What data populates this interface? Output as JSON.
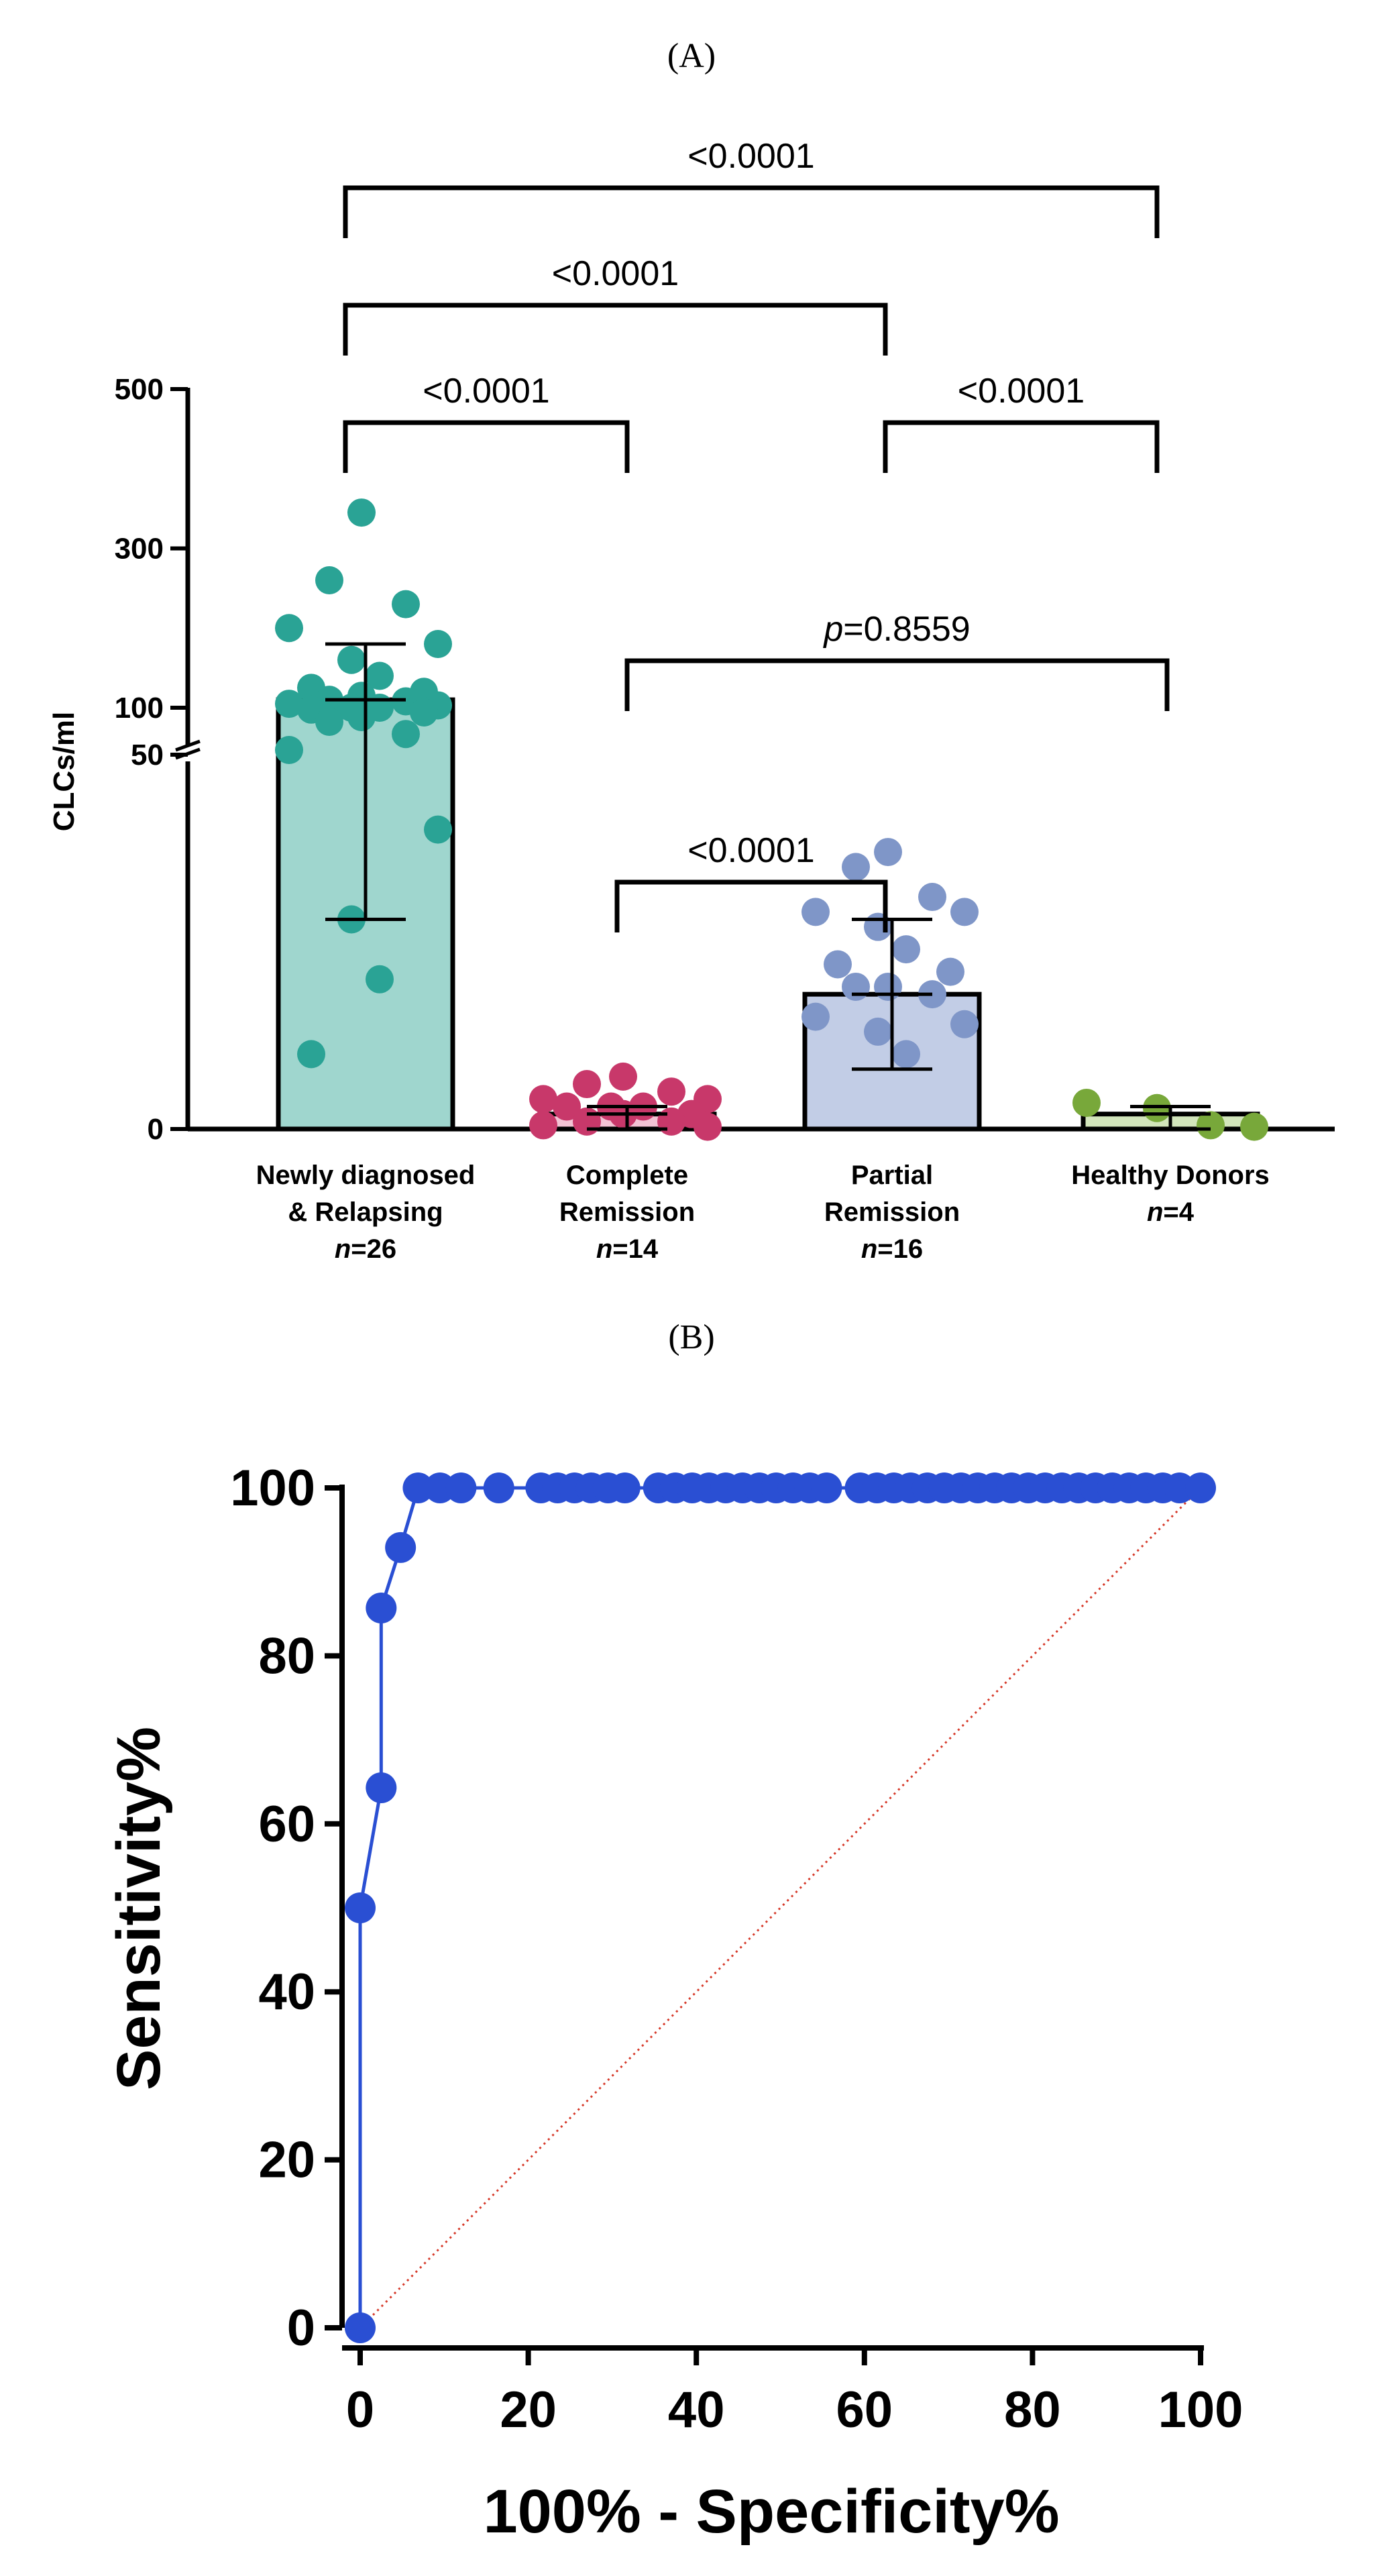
{
  "panels": {
    "a_label": "(A)",
    "b_label": "(B)"
  },
  "chart_data": [
    {
      "type": "bar",
      "panel": "A",
      "ylabel": "CLCs/ml",
      "y_axis_break": "between 50 and 100",
      "yticks_lower": [
        0,
        50
      ],
      "yticks_upper": [
        100,
        300,
        500
      ],
      "categories": [
        {
          "line1": "Newly diagnosed",
          "line2": "& Relapsing",
          "n_prefix": "n",
          "n_suffix": "=26",
          "color": "#2aa395",
          "bar_fill": "#9fd6ce"
        },
        {
          "line1": "Complete",
          "line2": "Remission",
          "n_prefix": "n",
          "n_suffix": "=14",
          "color": "#c8386a",
          "bar_fill": "#f3c3d4"
        },
        {
          "line1": "Partial",
          "line2": "Remission",
          "n_prefix": "n",
          "n_suffix": "=16",
          "color": "#7f96c8",
          "bar_fill": "#c2cde6"
        },
        {
          "line1": "Healthy Donors",
          "line2": "",
          "n_prefix": "n",
          "n_suffix": "=4",
          "color": "#78a83a",
          "bar_fill": "#d2e5bb"
        }
      ],
      "bar_means": [
        110,
        2,
        18,
        2
      ],
      "error_sd": [
        [
          28,
          180
        ],
        [
          0,
          3
        ],
        [
          8,
          28
        ],
        [
          0,
          3
        ]
      ],
      "points": [
        [
          345,
          260,
          230,
          200,
          180,
          160,
          140,
          125,
          120,
          115,
          110,
          108,
          105,
          103,
          100,
          100,
          98,
          95,
          90,
          85,
          72,
          55,
          40,
          28,
          20,
          10
        ],
        [
          7,
          6,
          5,
          4,
          4,
          3,
          3,
          3,
          2,
          2,
          1,
          1,
          0.5,
          0.3
        ],
        [
          37,
          35,
          31,
          29,
          29,
          27,
          24,
          22,
          21,
          19,
          19,
          18,
          15,
          14,
          13,
          10
        ],
        [
          3.5,
          2.8,
          0.5,
          0.3
        ]
      ],
      "comparisons": [
        {
          "groups": [
            0,
            3
          ],
          "label": "<0.0001",
          "italic_p": false
        },
        {
          "groups": [
            0,
            2
          ],
          "label": "<0.0001",
          "italic_p": false
        },
        {
          "groups": [
            0,
            1
          ],
          "label": "<0.0001",
          "italic_p": false
        },
        {
          "groups": [
            2,
            3
          ],
          "label": "<0.0001",
          "italic_p": false
        },
        {
          "groups": [
            1,
            3
          ],
          "label": "=0.8559",
          "italic_p": true
        },
        {
          "groups": [
            1,
            2
          ],
          "label": "<0.0001",
          "italic_p": false
        }
      ]
    },
    {
      "type": "line",
      "panel": "B",
      "xlabel": "100% - Specificity%",
      "ylabel": "Sensitivity%",
      "xlim": [
        0,
        100
      ],
      "ylim": [
        0,
        100
      ],
      "xticks": [
        0,
        20,
        40,
        60,
        80,
        100
      ],
      "yticks": [
        0,
        20,
        40,
        60,
        80,
        100
      ],
      "series": [
        {
          "color": "#2a4fd3",
          "x": [
            0,
            0,
            2.5,
            2.5,
            4.8,
            6.9,
            9.5,
            12,
            16.5,
            21.5,
            23.5,
            25.5,
            27.5,
            29.5,
            31.5,
            35.5,
            37.5,
            39.5,
            41.5,
            43.5,
            45.5,
            47.5,
            49.5,
            51.5,
            53.5,
            55.5,
            59.5,
            61.5,
            63.5,
            65.5,
            67.5,
            69.5,
            71.5,
            73.5,
            75.5,
            77.5,
            79.5,
            81.5,
            83.5,
            85.5,
            87.5,
            89.5,
            91.5,
            93.5,
            95.5,
            97.5,
            100
          ],
          "y": [
            0,
            50,
            64.3,
            85.7,
            92.9,
            100,
            100,
            100,
            100,
            100,
            100,
            100,
            100,
            100,
            100,
            100,
            100,
            100,
            100,
            100,
            100,
            100,
            100,
            100,
            100,
            100,
            100,
            100,
            100,
            100,
            100,
            100,
            100,
            100,
            100,
            100,
            100,
            100,
            100,
            100,
            100,
            100,
            100,
            100,
            100,
            100,
            100
          ]
        }
      ],
      "reference_line": {
        "color": "#d63a2a",
        "from": [
          0,
          0
        ],
        "to": [
          100,
          100
        ],
        "style": "dotted"
      }
    }
  ]
}
